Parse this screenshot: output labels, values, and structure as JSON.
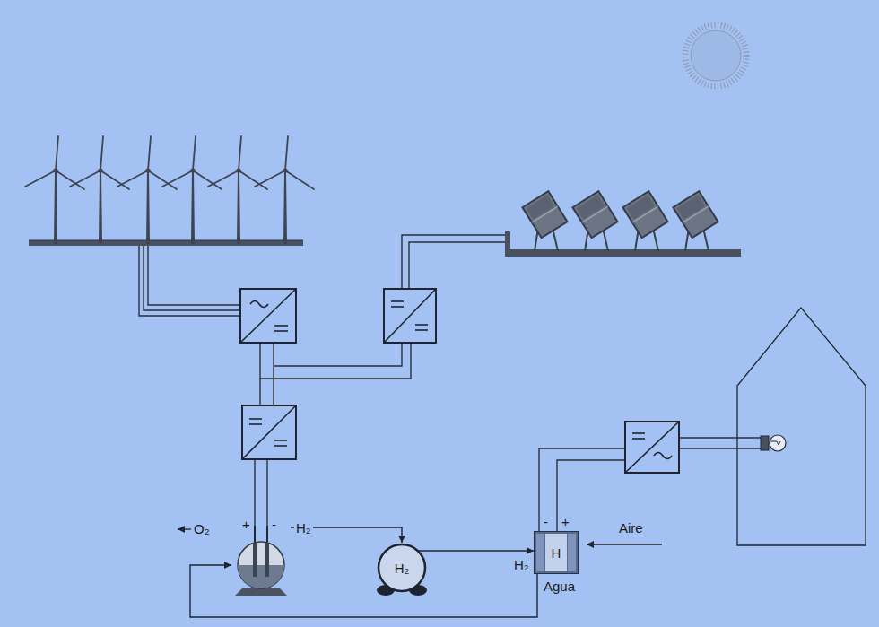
{
  "diagram": {
    "nodes": [
      {
        "text": [
          "+",
          "-"
        ]
      },
      {
        "text": [
          "H₂"
        ]
      },
      {
        "text": [
          "H"
        ]
      }
    ],
    "edges": [
      {
        "from": 0,
        "to": 1,
        "arrow": "to",
        "label": "H₂"
      },
      {
        "from": 1,
        "to": 2,
        "arrow": "to"
      },
      {
        "from": 2,
        "to": 0,
        "arrow": "to"
      }
    ],
    "labels": [
      "O₂",
      "H₂",
      "-",
      "+",
      "Aire",
      "Agua"
    ]
  }
}
